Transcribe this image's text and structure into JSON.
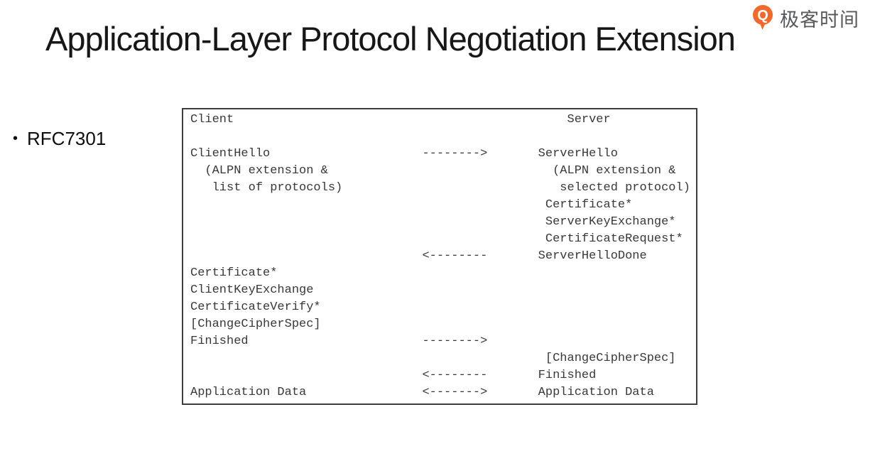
{
  "logo": {
    "text": "极客时间",
    "icon": "geektime-q-bubble-icon",
    "accent_color": "#F3692B",
    "text_color": "#58595B"
  },
  "title": "Application-Layer Protocol Negotiation Extension",
  "bullet": {
    "marker": "•",
    "label": "RFC7301"
  },
  "diagram": {
    "client_header": "Client",
    "server_header": "Server",
    "lines": [
      "Client                                              Server",
      "",
      "ClientHello                     -------->       ServerHello",
      "  (ALPN extension &                               (ALPN extension &",
      "   list of protocols)                              selected protocol)",
      "                                                 Certificate*",
      "                                                 ServerKeyExchange*",
      "                                                 CertificateRequest*",
      "                                <--------       ServerHelloDone",
      "Certificate*",
      "ClientKeyExchange",
      "CertificateVerify*",
      "[ChangeCipherSpec]",
      "Finished                        -------->",
      "                                                 [ChangeCipherSpec]",
      "                                <--------       Finished",
      "Application Data                <------->       Application Data"
    ]
  }
}
